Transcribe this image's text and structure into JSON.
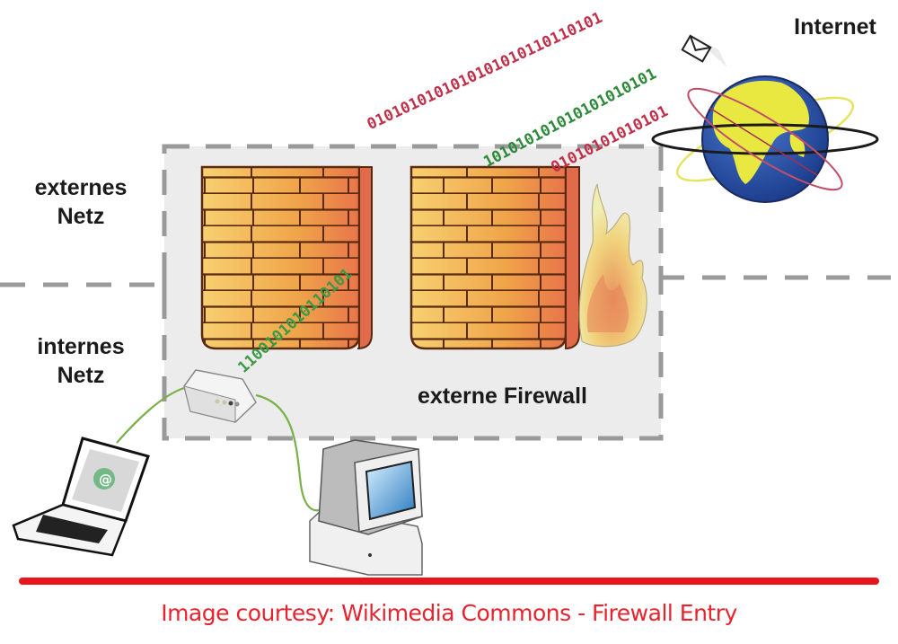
{
  "diagram": {
    "labels": {
      "internet": "Internet",
      "external_net_line1": "externes",
      "external_net_line2": "Netz",
      "internal_net_line1": "internes",
      "internal_net_line2": "Netz",
      "firewall": "externe Firewall"
    },
    "data_streams": {
      "red_top": "0101010101010101010110110101",
      "green_top": "101010101010101010101",
      "red_bottom": "01010101010101",
      "green_low": "1100101010110101"
    },
    "icons": [
      "internet-globe",
      "envelope",
      "brick-wall",
      "brick-wall",
      "fire",
      "router",
      "laptop",
      "desktop-computer"
    ],
    "colors": {
      "bits_red": "#c0304a",
      "bits_green": "#2e8a3a",
      "brick": "#f0a84a",
      "mortar": "#5a2a10",
      "caption": "#e8232e",
      "divider": "#e8232e"
    }
  },
  "caption": "Image courtesy: Wikimedia Commons - Firewall Entry"
}
